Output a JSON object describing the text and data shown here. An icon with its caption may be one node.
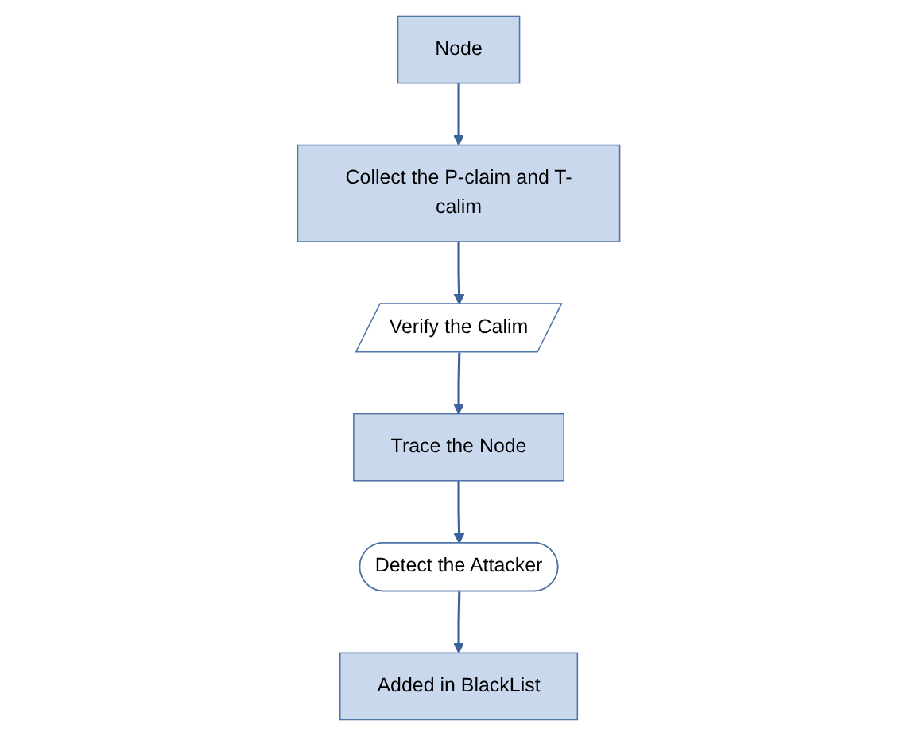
{
  "diagram": {
    "nodes": [
      {
        "text": [
          "Node"
        ]
      },
      {
        "text": [
          "Collect the P-claim and T-calim"
        ]
      },
      {
        "text": [
          "Verify the Calim"
        ]
      },
      {
        "text": [
          "Trace the Node"
        ]
      },
      {
        "text": [
          "Detect the Attacker"
        ]
      },
      {
        "text": [
          "Added in BlackList"
        ]
      }
    ],
    "edges": [
      {
        "from": 0,
        "to": 1,
        "arrow": "to"
      },
      {
        "from": 1,
        "to": 2,
        "arrow": "to"
      },
      {
        "from": 2,
        "to": 3,
        "arrow": "to"
      },
      {
        "from": 3,
        "to": 4,
        "arrow": "to"
      },
      {
        "from": 4,
        "to": 5,
        "arrow": "to"
      }
    ]
  }
}
